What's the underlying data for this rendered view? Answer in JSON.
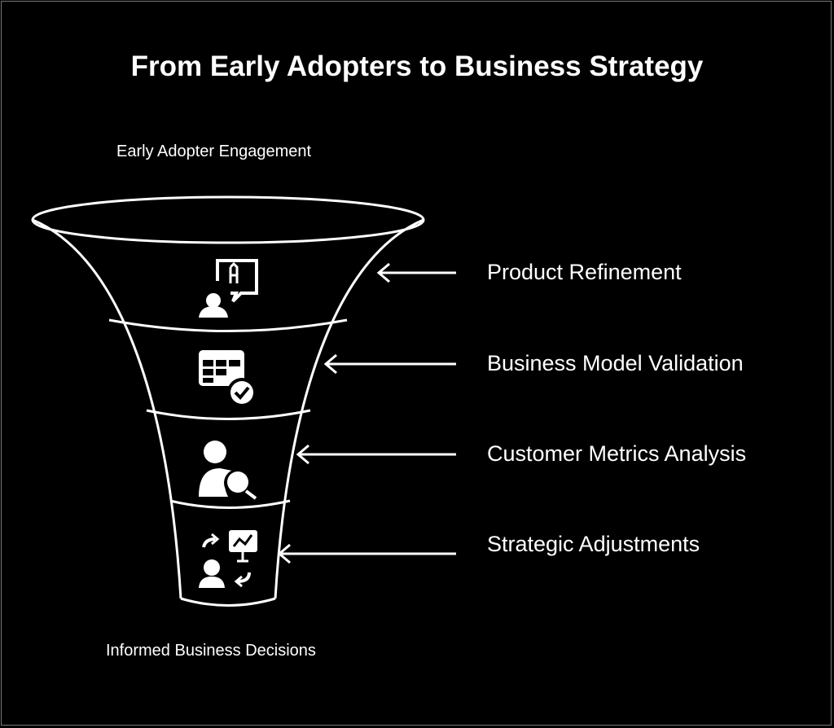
{
  "title": "From Early Adopters to Business Strategy",
  "top_label": "Early Adopter Engagement",
  "bottom_label": "Informed Business Decisions",
  "stages": [
    {
      "label": "Product Refinement",
      "icon": "user-feedback-icon"
    },
    {
      "label": "Business Model Validation",
      "icon": "table-check-icon"
    },
    {
      "label": "Customer Metrics Analysis",
      "icon": "user-search-icon"
    },
    {
      "label": "Strategic Adjustments",
      "icon": "user-chart-arrows-icon"
    }
  ],
  "colors": {
    "background": "#000000",
    "foreground": "#ffffff"
  }
}
